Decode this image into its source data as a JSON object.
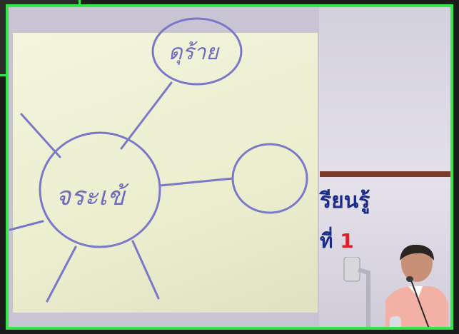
{
  "scene": {
    "description_labels": {
      "drawing": "hand-drawn mind map projected on screen",
      "speaker": "person at microphone"
    },
    "mindmap": {
      "center_text": "จระเข้",
      "top_node_text": "ดุร้าย"
    },
    "banner": {
      "line1": "รียนรู้",
      "line2_prefix": "ที่",
      "line2_number": "1"
    },
    "colors": {
      "frame_border": "#35e64a",
      "pen_ink": "#7a78c8",
      "banner_blue": "#1c2c8a",
      "banner_red": "#d8232a"
    }
  }
}
